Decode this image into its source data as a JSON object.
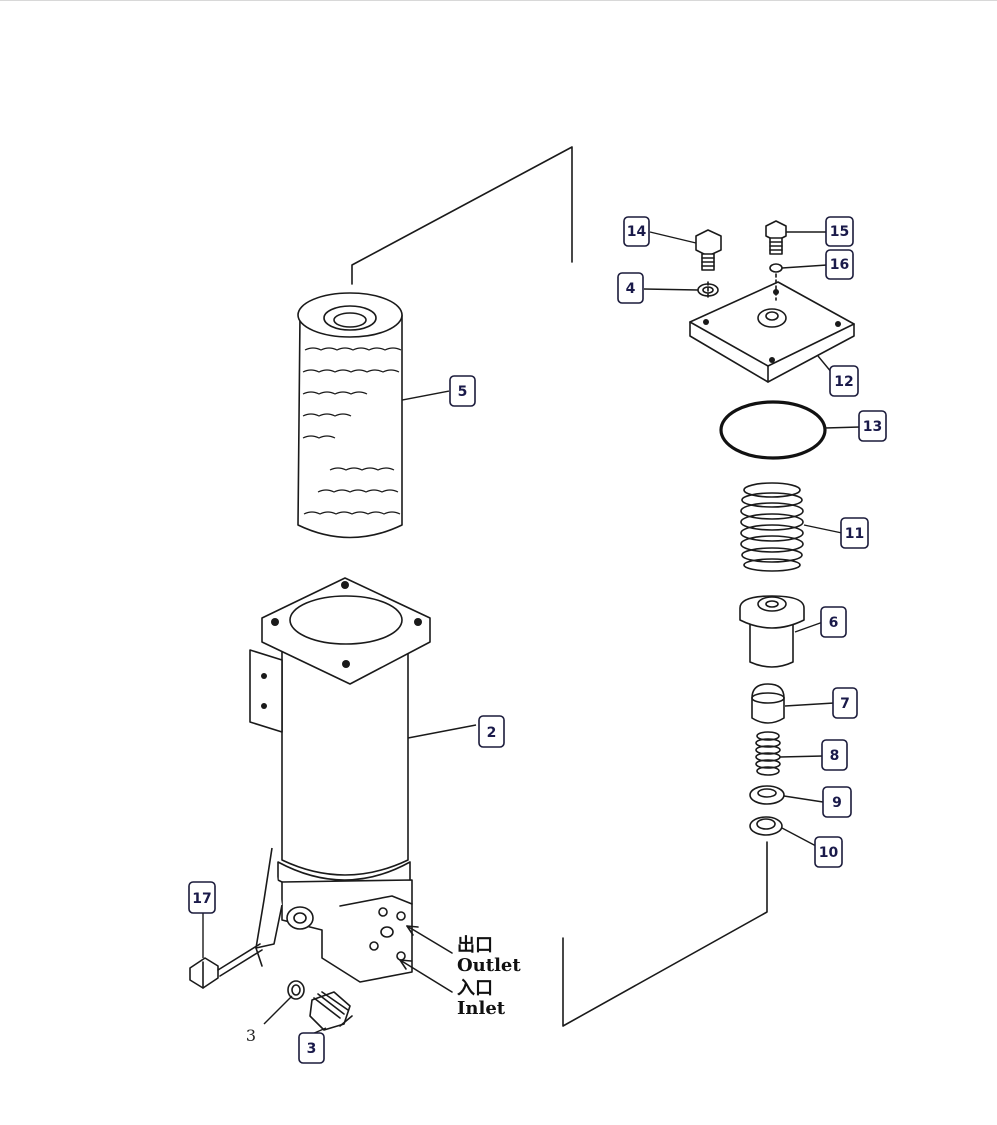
{
  "callouts": [
    {
      "id": "c14",
      "label": "14"
    },
    {
      "id": "c15",
      "label": "15"
    },
    {
      "id": "c16",
      "label": "16"
    },
    {
      "id": "c4",
      "label": "4"
    },
    {
      "id": "c12",
      "label": "12"
    },
    {
      "id": "c13",
      "label": "13"
    },
    {
      "id": "c5",
      "label": "5"
    },
    {
      "id": "c11",
      "label": "11"
    },
    {
      "id": "c6",
      "label": "6"
    },
    {
      "id": "c7",
      "label": "7"
    },
    {
      "id": "c2",
      "label": "2"
    },
    {
      "id": "c8",
      "label": "8"
    },
    {
      "id": "c9",
      "label": "9"
    },
    {
      "id": "c10",
      "label": "10"
    },
    {
      "id": "c17",
      "label": "17"
    },
    {
      "id": "c3",
      "label": "3"
    }
  ],
  "plain_label": "3",
  "ports": {
    "outlet_cn": "出口",
    "outlet_en": "Outlet",
    "inlet_cn": "入口",
    "inlet_en": "Inlet"
  }
}
